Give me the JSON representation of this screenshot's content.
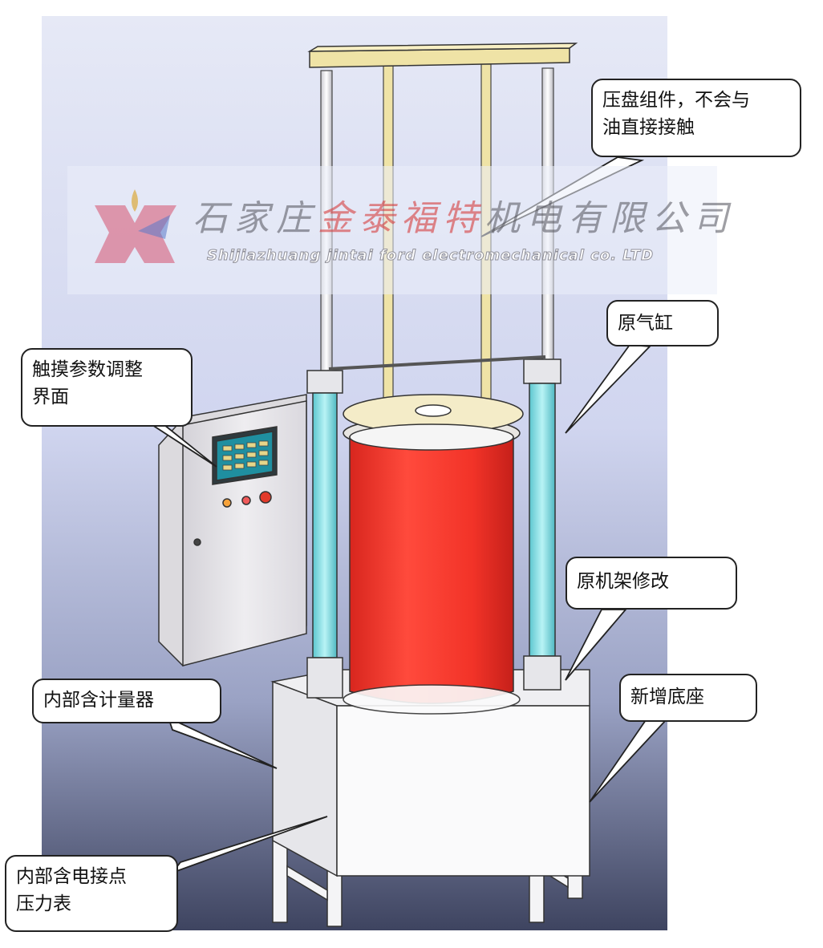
{
  "watermark": {
    "company_part1": "石家庄",
    "company_part2": "金泰福特",
    "company_part3": "机电有限公司",
    "english": "Shijiazhuang jintai ford electromechanical co. LTD"
  },
  "callouts": {
    "press_plate": {
      "line1": "压盘组件，不会与",
      "line2": "油直接接触"
    },
    "cylinder": {
      "line1": "原气缸"
    },
    "touch_screen": {
      "line1": "触摸参数调整",
      "line2": "界面"
    },
    "frame": {
      "line1": "原机架修改"
    },
    "meter": {
      "line1": "内部含计量器"
    },
    "base": {
      "line1": "新增底座"
    },
    "gauge": {
      "line1": "内部含电接点",
      "line2": "压力表"
    }
  },
  "colors": {
    "red_tank": "#f0352c",
    "cylinder_glass": "#7fe0e6",
    "beam_yellow": "#efe3a6",
    "cabinet": "#e8e6ea",
    "screen": "#1f8fa0"
  }
}
